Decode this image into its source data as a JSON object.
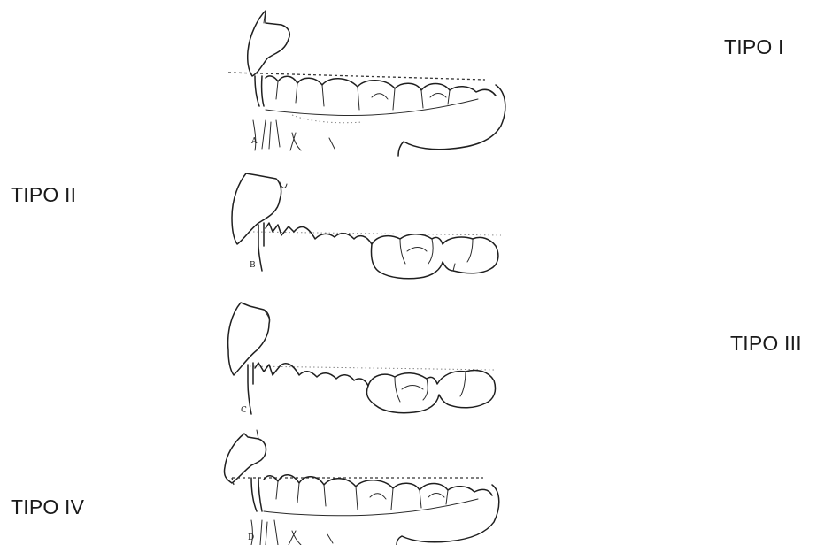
{
  "labels": {
    "tipo_1": "TIPO I",
    "tipo_2": "TIPO II",
    "tipo_3": "TIPO III",
    "tipo_4": "TIPO IV"
  },
  "figure_letters": {
    "a": "A",
    "b": "B",
    "c": "C",
    "d": "D"
  }
}
